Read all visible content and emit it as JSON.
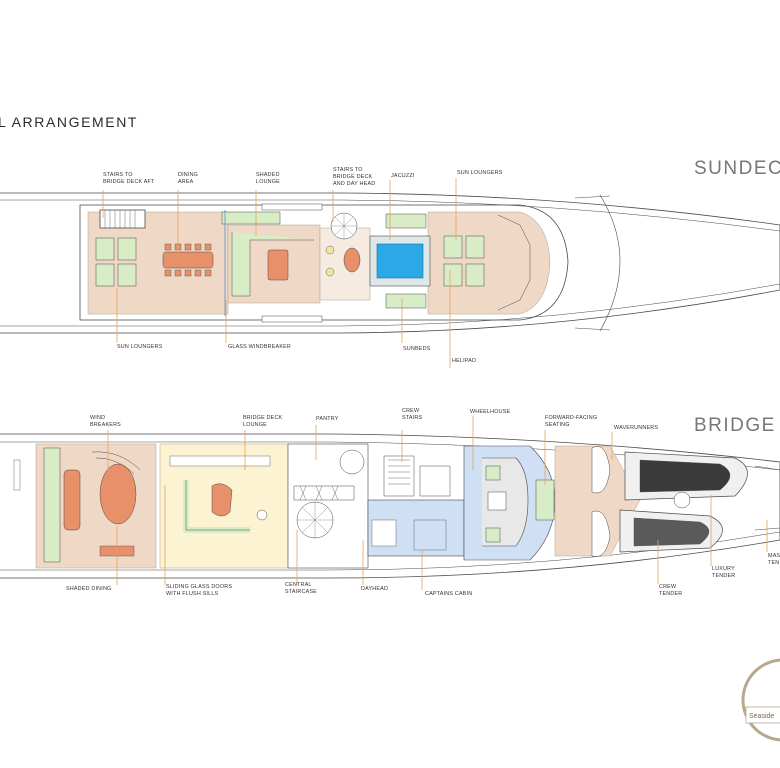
{
  "page_title": "L ARRANGEMENT",
  "decks": {
    "sundeck": {
      "title": "SUNDEC",
      "labels": {
        "stairs_aft": "STAIRS TO\nBRIDGE DECK AFT",
        "dining_area": "DINING\nAREA",
        "shaded_lounge": "SHADED\nLOUNGE",
        "stairs_dayhead": "STAIRS TO\nBRIDGE DECK\nAND DAY HEAD",
        "jacuzzi": "JACUZZI",
        "sun_loungers_top": "SUN LOUNGERS",
        "sun_loungers_bottom": "SUN LOUNGERS",
        "glass_windbreaker": "GLASS WINDBREAKER",
        "sunbeds": "SUNBEDS",
        "helipad": "HELIPAD"
      }
    },
    "bridge": {
      "title": "BRIDGE",
      "labels": {
        "wind_breakers": "WIND\nBREAKERS",
        "bridge_lounge": "BRIDGE DECK\nLOUNGE",
        "pantry": "PANTRY",
        "crew_stairs": "CREW\nSTAIRS",
        "wheelhouse": "WHEELHOUSE",
        "forward_seating": "FORWARD-FACING\nSEATING",
        "waverunners": "WAVERUNNERS",
        "shaded_dining": "SHADED DINING",
        "sliding_doors": "SLIDING GLASS DOORS\nWITH FLUSH SILLS",
        "central_staircase": "CENTRAL\nSTAIRCASE",
        "dayhead": "DAYHEAD",
        "captains_cabin": "CAPTAINS CABIN",
        "crew_tender": "CREW\nTENDER",
        "luxury_tender": "LUXURY\nTENDER",
        "mas_ten": "MAS\nTEN"
      }
    }
  },
  "logo": {
    "text": "Seaside"
  },
  "colors": {
    "teak": "#efd9c6",
    "cushion": "#d8edc6",
    "pool": "#2ba9e6",
    "table": "#e8906a",
    "wheelhouse": "#cfe0f4",
    "lounge": "#fbf3d2",
    "leader": "#e8a25a",
    "outline": "#4a4a4a"
  }
}
